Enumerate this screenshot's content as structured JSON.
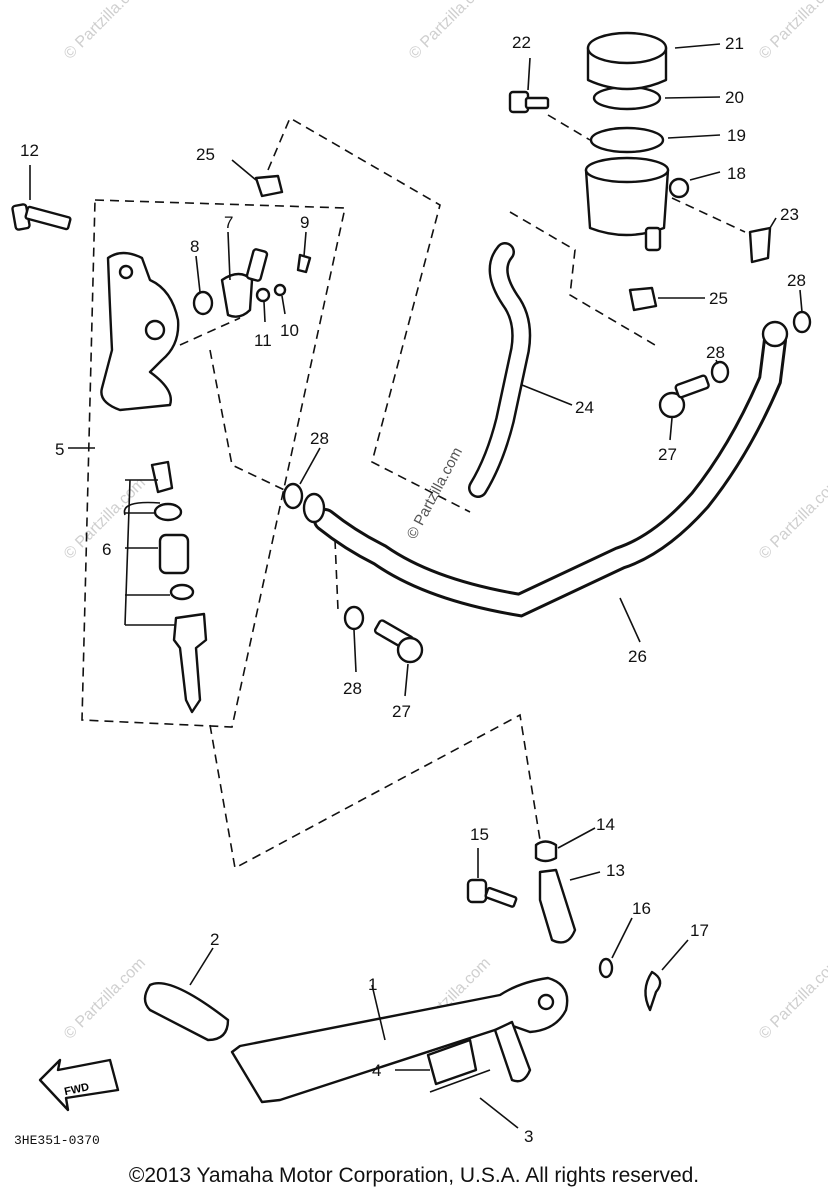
{
  "diagram": {
    "callouts": [
      "1",
      "2",
      "3",
      "4",
      "5",
      "6",
      "7",
      "8",
      "9",
      "10",
      "11",
      "12",
      "13",
      "14",
      "15",
      "16",
      "17",
      "18",
      "19",
      "20",
      "21",
      "22",
      "23",
      "24",
      "25",
      "26",
      "27",
      "28"
    ],
    "watermark_text": "© Partzilla.com",
    "fwd_label": "FWD",
    "drawing_code": "3HE351-0370",
    "copyright": "©2013 Yamaha Motor Corporation, U.S.A. All rights reserved."
  }
}
